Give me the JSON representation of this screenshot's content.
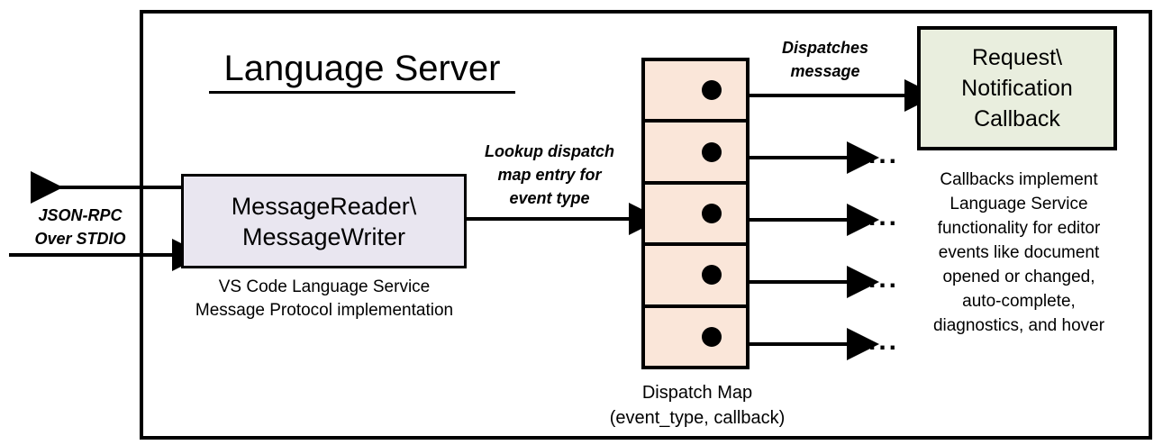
{
  "diagram": {
    "title": "Language Server",
    "frame_border_color": "#000000",
    "background": "#ffffff"
  },
  "io": {
    "label": "JSON-RPC\nOver STDIO",
    "label_line1": "JSON-RPC",
    "label_line2": "Over STDIO",
    "outbound_arrow": "arrow-left",
    "inbound_arrow": "arrow-right"
  },
  "reader": {
    "line1": "MessageReader\\",
    "line2": "MessageWriter",
    "fill": "#e9e6f0",
    "caption_line1": "VS Code Language Service",
    "caption_line2": "Message Protocol implementation"
  },
  "lookup": {
    "line1": "Lookup dispatch",
    "line2": "map entry for",
    "line3": "event type"
  },
  "dispatch_map": {
    "fill": "#fae6d9",
    "cell_count": 5,
    "cells": [
      {
        "dot": "entry-dot",
        "out": "dispatches-to-callback"
      },
      {
        "dot": "entry-dot",
        "out": "ellipsis"
      },
      {
        "dot": "entry-dot",
        "out": "ellipsis"
      },
      {
        "dot": "entry-dot",
        "out": "ellipsis"
      },
      {
        "dot": "entry-dot",
        "out": "ellipsis"
      }
    ],
    "caption_line1": "Dispatch Map",
    "caption_line2": "(event_type, callback)",
    "ellipsis": "..."
  },
  "dispatch_message": {
    "line1": "Dispatches",
    "line2": "message"
  },
  "callback": {
    "line1": "Request\\",
    "line2": "Notification",
    "line3": "Callback",
    "fill": "#e9eede",
    "caption_line1": "Callbacks implement",
    "caption_line2": "Language Service",
    "caption_line3": "functionality for editor",
    "caption_line4": "events like document",
    "caption_line5": "opened or changed,",
    "caption_line6": "auto-complete,",
    "caption_line7": "diagnostics, and hover"
  }
}
